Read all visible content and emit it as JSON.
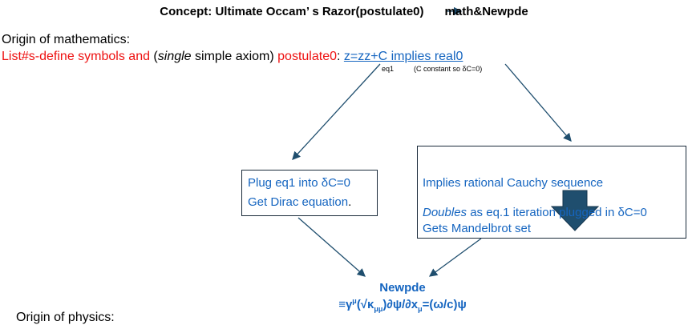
{
  "title": {
    "pre": "Concept:  Ultimate Occam’ s Razor(postulate0)",
    "post": "math&Newpde"
  },
  "math_heading": "Origin of mathematics:",
  "line2": {
    "a": "List#s-define symbols  and",
    "b": " (",
    "c": "single",
    "d": " simple axiom) ",
    "e": "postulate0",
    "f": ": ",
    "g": "z=zz+C implies real0"
  },
  "eq1_label": "eq1",
  "c_note": "(C constant so δC=0)",
  "left_box": {
    "line1": "Plug eq1 into δC=0",
    "line2": "Get Dirac equation",
    "period": "."
  },
  "right_box": {
    "line1": "Implies rational Cauchy sequence",
    "line2_italic": "Doubles",
    "line2_rest": " as eq.1 iteration plugged in  δC=0",
    "line3": "Gets Mandelbrot set"
  },
  "newpde": {
    "title": "Newpde",
    "eq_a": "≡γ",
    "eq_sup": "μ",
    "eq_b": "(√κ",
    "eq_sub1": "μμ",
    "eq_c": ")∂ψ/∂x",
    "eq_sub2": "μ",
    "eq_d": "=(ω/c)ψ"
  },
  "physics_heading": "Origin of physics:",
  "colors": {
    "blue": "#1565c0",
    "red": "#ee1111",
    "arrow": "#1f4e6e"
  }
}
